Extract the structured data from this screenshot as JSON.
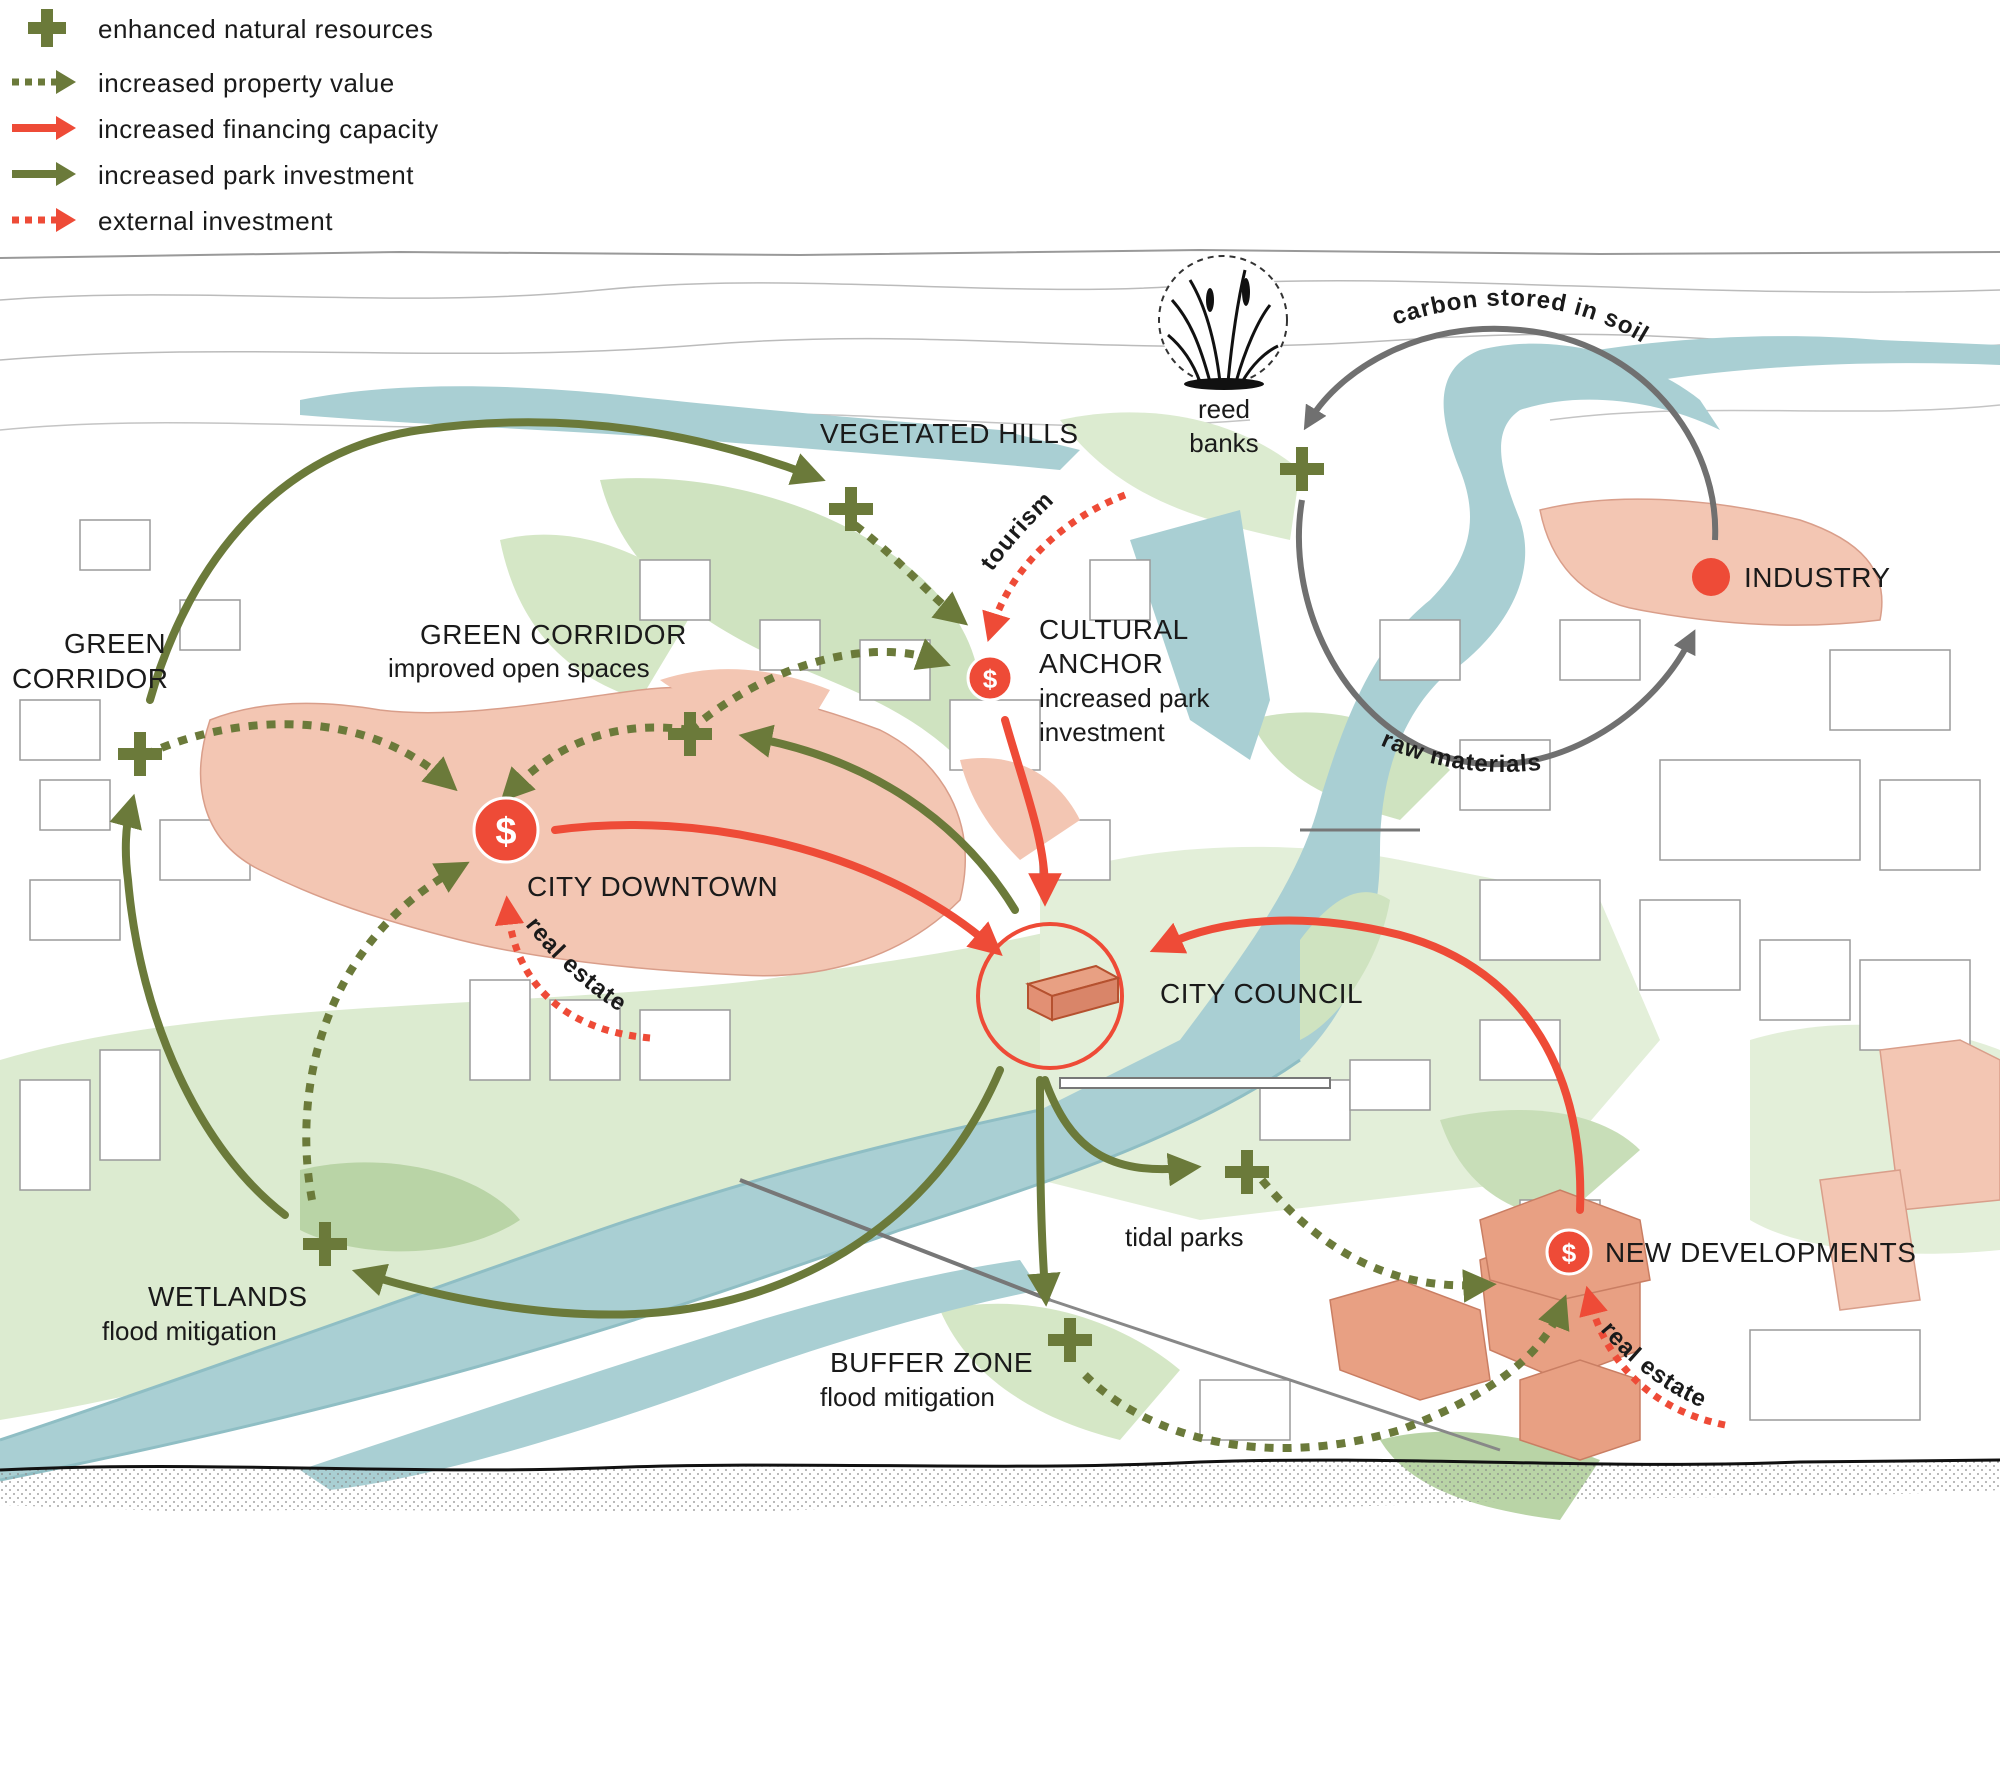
{
  "legend": [
    {
      "label": "enhanced natural resources",
      "symbol": "plus-icon",
      "color": "#6b7a3a"
    },
    {
      "label": "increased property value",
      "symbol": "dotted-arrow-icon",
      "color": "#6b7a3a"
    },
    {
      "label": "increased financing capacity",
      "symbol": "solid-arrow-icon",
      "color": "#ee4b37"
    },
    {
      "label": "increased park investment",
      "symbol": "solid-arrow-icon",
      "color": "#6b7a3a"
    },
    {
      "label": "external investment",
      "symbol": "dotted-arrow-icon",
      "color": "#ee4b37"
    }
  ],
  "places": {
    "vegetated_hills": "VEGETATED HILLS",
    "reed_banks_1": "reed",
    "reed_banks_2": "banks",
    "green_corridor_left_1": "GREEN",
    "green_corridor_left_2": "CORRIDOR",
    "green_corridor_mid": "GREEN CORRIDOR",
    "green_corridor_mid_sub": "improved open spaces",
    "cultural_anchor_1": "CULTURAL",
    "cultural_anchor_2": "ANCHOR",
    "cultural_anchor_3": "increased park",
    "cultural_anchor_4": "investment",
    "industry": "INDUSTRY",
    "city_downtown": "CITY DOWNTOWN",
    "city_council": "CITY COUNCIL",
    "tidal_parks": "tidal parks",
    "new_developments": "NEW DEVELOPMENTS",
    "wetlands": "WETLANDS",
    "wetlands_sub": "flood mitigation",
    "buffer_zone": "BUFFER ZONE",
    "buffer_zone_sub": "flood mitigation"
  },
  "curve_labels": {
    "tourism": "tourism",
    "carbon": "carbon stored in soil",
    "raw_materials": "raw materials",
    "real_estate_downtown": "real estate",
    "real_estate_new": "real estate"
  },
  "money_symbol": "$",
  "colors": {
    "green": "#6b7a3a",
    "red": "#ee4b37",
    "grey_cycle": "#707070",
    "water": "#a9cfd3",
    "water_dark": "#8fbec4",
    "park": "#dcebd0",
    "park_dark": "#b9d4a6",
    "building_highlight": "#f3c6b3",
    "building_new": "#e8a083"
  }
}
